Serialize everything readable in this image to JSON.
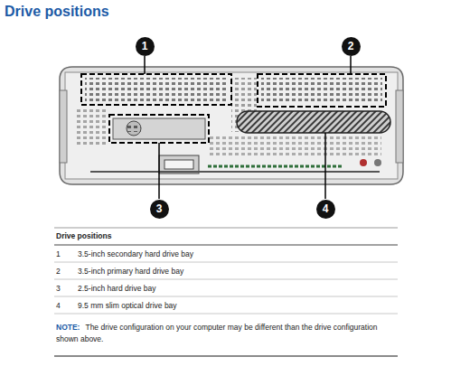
{
  "diagram": {
    "title": "Drive positions",
    "nodes": [
      {
        "text": [
          "1"
        ]
      },
      {
        "text": [
          "2"
        ]
      },
      {
        "text": [
          "3"
        ]
      },
      {
        "text": [
          "4"
        ]
      }
    ],
    "labels": [
      "Drive positions",
      "1",
      "3.5-inch secondary hard drive bay",
      "2",
      "3.5-inch primary hard drive bay",
      "3",
      "2.5-inch hard drive bay",
      "4",
      "9.5 mm slim optical drive bay",
      "NOTE:",
      "The drive configuration on your computer may be different than the drive configuration shown above."
    ]
  }
}
